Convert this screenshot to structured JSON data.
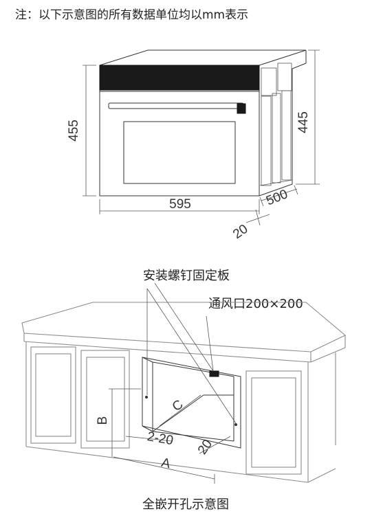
{
  "note": "注：以下示意图的所有数据单位均以mm表示",
  "oven": {
    "height_front": "455",
    "height_side": "445",
    "width": "595",
    "depth": "500",
    "offset": "20"
  },
  "install": {
    "label_plate": "安装螺钉固定板",
    "label_vent": "通风口200×200",
    "dim_b": "B",
    "dim_c": "C",
    "dim_a": "A",
    "dim_gap": "2-20",
    "dim_20": "20"
  },
  "caption": "全嵌开孔示意图"
}
